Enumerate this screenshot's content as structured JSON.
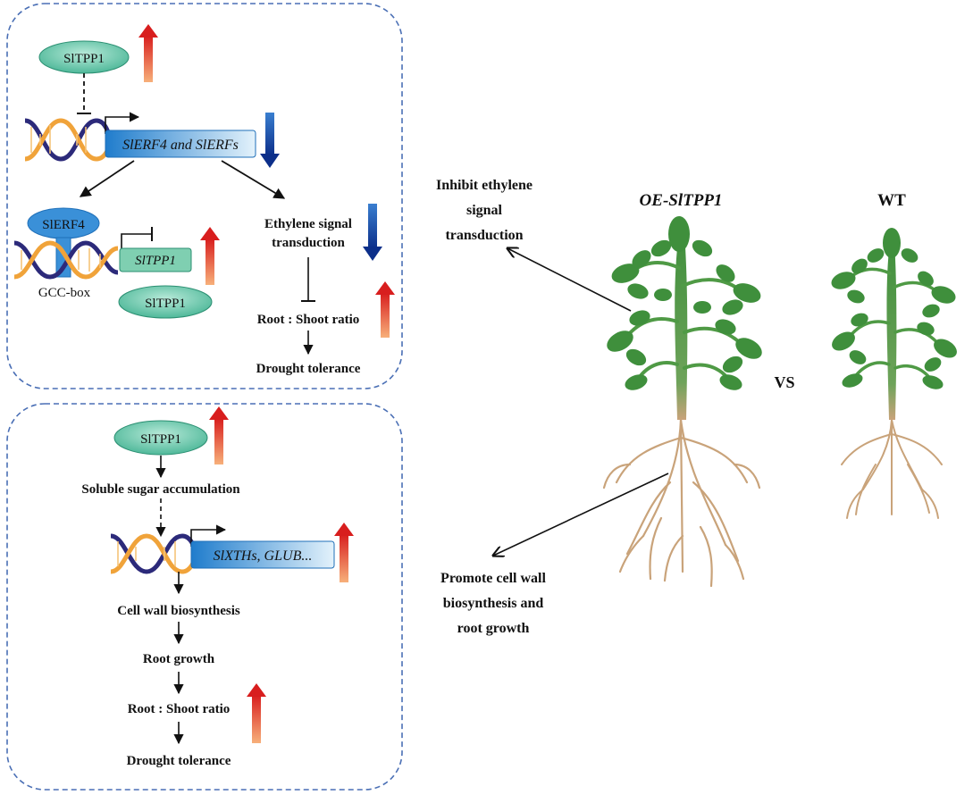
{
  "colors": {
    "box_border": "#4a6fb5",
    "up_arrow_top": "#d81e1e",
    "up_arrow_bottom": "#f7b07a",
    "down_arrow_top": "#3a7fd0",
    "down_arrow_bottom": "#0c2f8a",
    "oval_fill": "#5cc3a6",
    "gene_box": "#2a8fd6",
    "title_blue": "#2e4f9b",
    "leaf": "#3f8f3c",
    "root": "#c9a37a"
  },
  "top_panel": {
    "protein_oval": "SlTPP1",
    "gene_box": "SlERF4 and SlERFs",
    "erf4_oval": "SlERF4",
    "tpp1_gene": "SlTPP1",
    "gcc_box": "GCC-box",
    "tpp1_oval_bottom": "SlTPP1",
    "ethylene_line1": "Ethylene signal",
    "ethylene_line2": "transduction",
    "root_shoot": "Root : Shoot ratio",
    "drought": "Drought tolerance"
  },
  "bottom_panel": {
    "protein_oval": "SlTPP1",
    "sugar": "Soluble sugar accumulation",
    "gene_box": "SlXTHs, GLUB...",
    "cell_wall": "Cell wall biosynthesis",
    "root_growth": "Root growth",
    "root_shoot": "Root : Shoot ratio",
    "drought": "Drought tolerance"
  },
  "right_panel": {
    "inhibit_line1": "Inhibit ethylene",
    "inhibit_line2": "signal",
    "inhibit_line3": "transduction",
    "promote_line1": "Promote cell wall",
    "promote_line2": "biosynthesis and",
    "promote_line3": "root growth",
    "oe_label": "OE-SlTPP1",
    "wt_label": "WT",
    "vs_label": "VS"
  }
}
